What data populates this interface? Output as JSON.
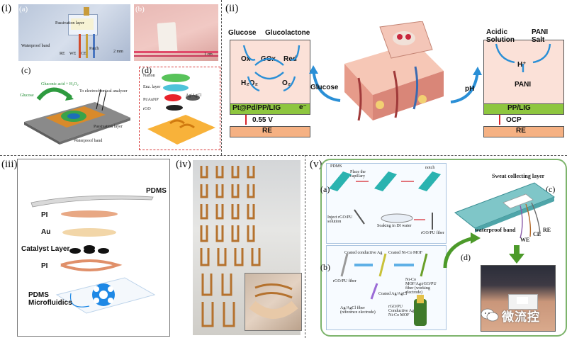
{
  "panels": {
    "i": {
      "label": "(i)",
      "a": {
        "label": "(a)",
        "passivation": "Passivation layer",
        "waterproof": "Waterproof band",
        "patch": "Patch",
        "re": "RE",
        "we": "WE",
        "ce": "CE",
        "scale": "2 mm"
      },
      "b": {
        "label": "(b)",
        "scale": "1 cm"
      },
      "c": {
        "label": "(c)",
        "glucose": "Glucose",
        "gluconic": "Gluconic acid + H₂O₂",
        "analyzer": "To electrochemical analyzer",
        "passivation": "Passivation layer",
        "waterproof": "Waterproof band"
      },
      "d": {
        "label": "(d)",
        "nafion": "Nafion",
        "enz": "Enz. layer",
        "pt": "Pt/AuNP",
        "agcl": "Ag/AgCl",
        "rgo": "rGO"
      }
    },
    "ii": {
      "label": "(ii)",
      "glucose": "Glucose",
      "glucolactone": "Glucolactone",
      "ox": "Ox",
      "gox": "GOx",
      "red": "Red",
      "h2o2": "H₂O₂",
      "o2": "O₂",
      "electrode": "Pt@Pd/PP/LIG",
      "electron": "e⁻",
      "voltage": "0.55 V",
      "re": "RE",
      "glucose_arrow": "Glucose",
      "ph": "pH",
      "acidic": "Acidic Solution",
      "pani_salt": "PANI Salt",
      "hplus": "H⁺",
      "pani": "PANI",
      "pp_lig": "PP/LIG",
      "ocp": "OCP",
      "re2": "RE"
    },
    "iii": {
      "label": "(iii)",
      "layers": [
        "PDMS",
        "PI",
        "Au",
        "Catalyst Layer",
        "PI"
      ],
      "microfluidics": "PDMS Microfluidics"
    },
    "iv": {
      "label": "(iv)"
    },
    "v": {
      "label": "(v)",
      "a": {
        "label": "(a)",
        "pdms": "PDMS",
        "capillary": "Place the capillary",
        "notch": "notch",
        "inject": "Inject rGO/PU solution",
        "soak": "Soaking in DI water",
        "fiber": "rGO/PU fiber"
      },
      "b": {
        "label": "(b)",
        "coated_ag": "Coated conductive Ag",
        "coated_nico": "Coated Ni-Co MOF",
        "rgo_fiber": "rGO/PU fiber",
        "working": "Ni-Co MOF/Ag/rGO/PU fiber (working electrode)",
        "coated_agcl": "Coated Ag/AgCl",
        "ref": "Ag/AgCl fiber (reference electrode)",
        "stack": "rGO/PU Conductive Ag Ni-Co MOF"
      },
      "c": {
        "label": "(c)",
        "sweat": "Sweat collecting layer",
        "band": "waterproof band",
        "we": "WE",
        "ce": "CE",
        "re": "RE"
      },
      "d": {
        "label": "(d)"
      }
    }
  },
  "watermark": {
    "text": "微流控"
  },
  "colors": {
    "green_band": "#8ec63f",
    "re_band": "#f5b183",
    "pink_panel": "#fbe1d8",
    "orange_layer": "#f7a13a",
    "teal": "#2aa9a3",
    "blue_micro": "#1e88e5",
    "frame_green": "#7db46c"
  }
}
